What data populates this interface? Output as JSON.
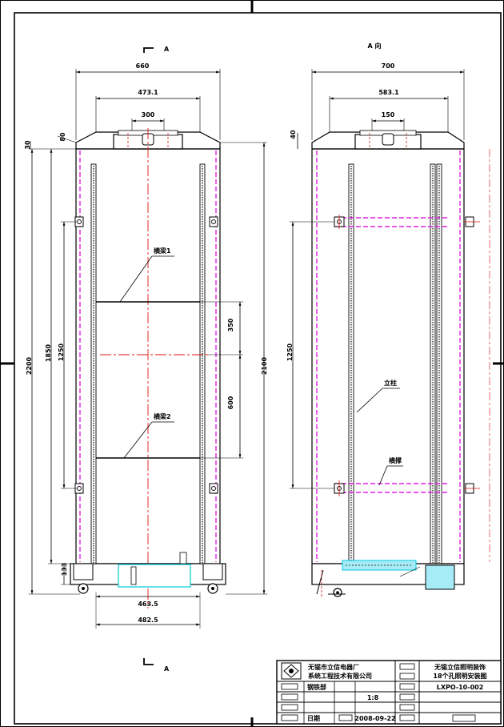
{
  "colors": {
    "line": "#000000",
    "center": "#e01010",
    "hidden": "#e020e0",
    "part": "#00c8e0",
    "frame": "#000000"
  },
  "front": {
    "section_top": "A",
    "section_bottom": "A",
    "dim_overall_width": "660",
    "dim_inner_width": "473.1",
    "dim_top_small": "300",
    "dim_top_offset": "80",
    "dim_top_height": "30",
    "dim_height_total": "2200",
    "dim_height_inner": "1850",
    "dim_height_mid": "1250",
    "dim_right_height": "2100",
    "dim_upper": "350",
    "dim_lower": "600",
    "dim_base": "133",
    "dim_bottom_inner": "463.5",
    "dim_bottom_outer": "482.5",
    "label_beam1": "横梁1",
    "label_beam2": "横梁2"
  },
  "side": {
    "title": "A 向",
    "dim_overall_width": "700",
    "dim_inner_width": "583.1",
    "dim_top_small": "150",
    "dim_top_height": "40",
    "dim_height_mid": "1250",
    "label_column": "立柱",
    "label_brace": "横撑"
  },
  "title_block": {
    "company_line1": "无锡市立信电器厂",
    "company_line2": "系统工程技术有限公司",
    "drawing_title_1": "无锡立信照明装饰",
    "drawing_title_2": "18个孔照明安装图",
    "drawing_number": "LXPO-10-002",
    "designer": "钢铁部",
    "scale": "1:8",
    "reviewer": "日期",
    "date": "2008-09-22"
  }
}
